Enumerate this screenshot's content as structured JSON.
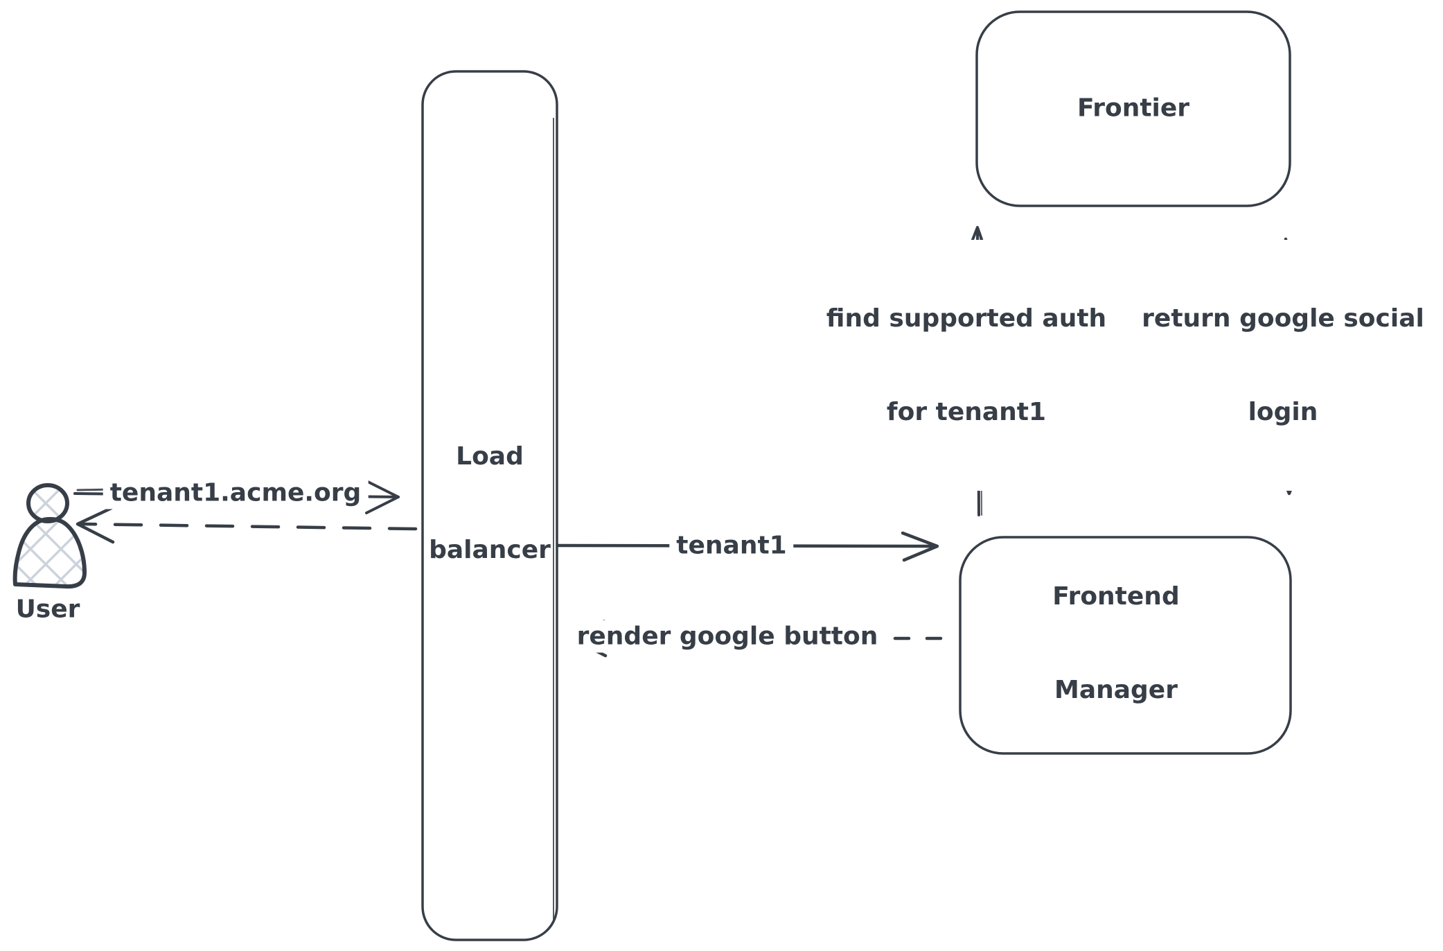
{
  "diagram": {
    "colors": {
      "stroke": "#373e47",
      "hatch": "#ccd3dc",
      "background": "#ffffff"
    },
    "nodes": {
      "user": {
        "label": "User",
        "type": "actor",
        "icon": "person-icon"
      },
      "load_balancer": {
        "line1": "Load",
        "line2": "balancer",
        "type": "rounded-rectangle"
      },
      "frontier": {
        "label": "Frontier",
        "type": "rounded-rectangle"
      },
      "frontend_manager": {
        "line1": "Frontend",
        "line2": "Manager",
        "type": "rounded-rectangle"
      }
    },
    "arrows": {
      "user_to_lb": {
        "label": "tenant1.acme.org",
        "style": "solid",
        "direction": "right",
        "from": "user",
        "to": "load_balancer"
      },
      "lb_to_user": {
        "label": "",
        "style": "dashed",
        "direction": "left",
        "from": "load_balancer",
        "to": "user"
      },
      "lb_to_fm": {
        "label": "tenant1",
        "style": "solid",
        "direction": "right",
        "from": "load_balancer",
        "to": "frontend_manager"
      },
      "fm_to_lb": {
        "label": "render google button",
        "style": "dashed",
        "direction": "left",
        "from": "frontend_manager",
        "to": "load_balancer"
      },
      "fm_to_frontier": {
        "line1": "find supported auth",
        "line2": "for tenant1",
        "style": "solid",
        "direction": "up",
        "from": "frontend_manager",
        "to": "frontier"
      },
      "frontier_to_fm": {
        "line1": "return google social",
        "line2": "login",
        "style": "dashed",
        "direction": "down",
        "from": "frontier",
        "to": "frontend_manager"
      }
    }
  }
}
